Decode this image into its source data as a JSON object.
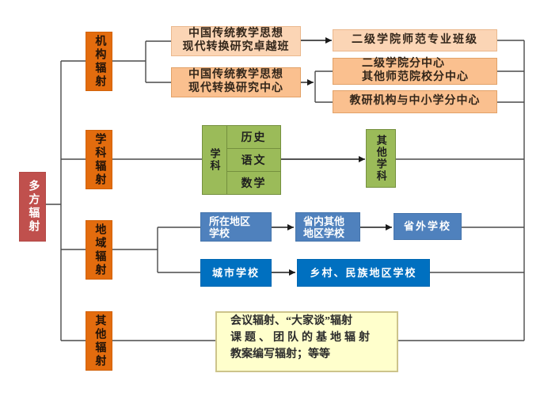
{
  "root": {
    "label": "多方辐射"
  },
  "branches": {
    "institution": {
      "label": "机构辐射"
    },
    "discipline": {
      "label": "学科辐射"
    },
    "region": {
      "label": "地域辐射"
    },
    "other": {
      "label": "其他辐射"
    }
  },
  "institution": {
    "excellence_class": {
      "line1": "中国传统教学思想",
      "line2": "现代转换研究卓越班"
    },
    "research_center": {
      "line1": "中国传统教学思想",
      "line2": "现代转换研究中心"
    },
    "normal_major_class": {
      "label": "二级学院师范专业班级"
    },
    "sub_centers": {
      "line1": "二级学院分中心",
      "line2": "其他师范院校分中心"
    },
    "teaching_research_centers": {
      "label": "教研机构与中小学分中心"
    }
  },
  "discipline": {
    "header": "学科",
    "subjects": [
      "历史",
      "语文",
      "数学"
    ],
    "other_subjects": "其他学科"
  },
  "region": {
    "local_schools": {
      "line1": "所在地区",
      "line2": "学校"
    },
    "in_province_schools": {
      "line1": "省内其他",
      "line2": "地区学校"
    },
    "out_province_schools": {
      "label": "省外学校"
    },
    "city_schools": {
      "label": "城市学校"
    },
    "rural_schools": {
      "label": "乡村、民族地区学校"
    }
  },
  "other_radiation": {
    "lines": [
      "会议辐射、“大家谈”辐射",
      "课题、团队的基地辐射",
      "教案编写辐射；等等"
    ]
  },
  "colors": {
    "root_fill": "#C0504D",
    "branch_fill": "#E36C0E",
    "peach_light_fill": "#FBD5B5",
    "peach_fill": "#FAC08F",
    "green_fill": "#9BBB59",
    "blue_fill": "#4F81BD",
    "blue_dark_fill": "#0070C0",
    "yellow_fill": "#FFFFCC",
    "line_color": "#4A4A4A"
  }
}
